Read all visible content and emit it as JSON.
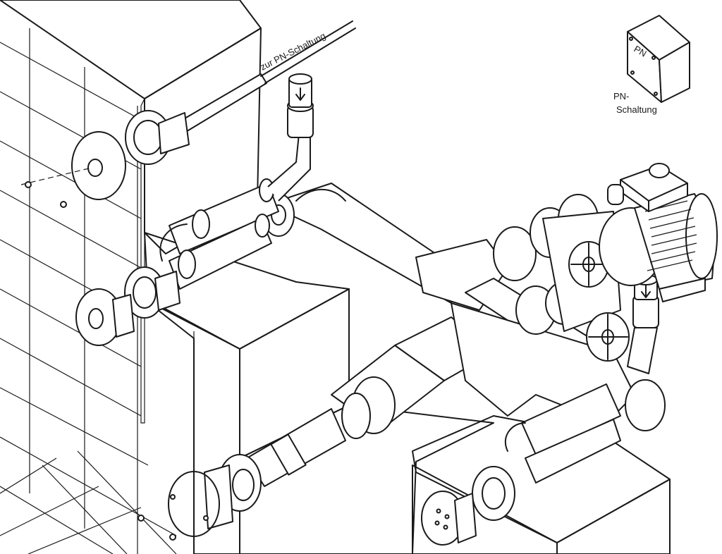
{
  "labels": {
    "cable_label": "zur PN-Schaltung",
    "box_label": "PN",
    "caption_line1": "PN-",
    "caption_line2": "Schaltung"
  },
  "colors": {
    "ink": "#1a1a1a",
    "paper": "#ffffff",
    "stipple": "#7a7a7a"
  },
  "icons": {
    "motor": "electric-motor-icon",
    "valve": "handwheel-valve-icon",
    "nozzle": "jet-nozzle-icon",
    "junction_box": "junction-box-icon"
  }
}
